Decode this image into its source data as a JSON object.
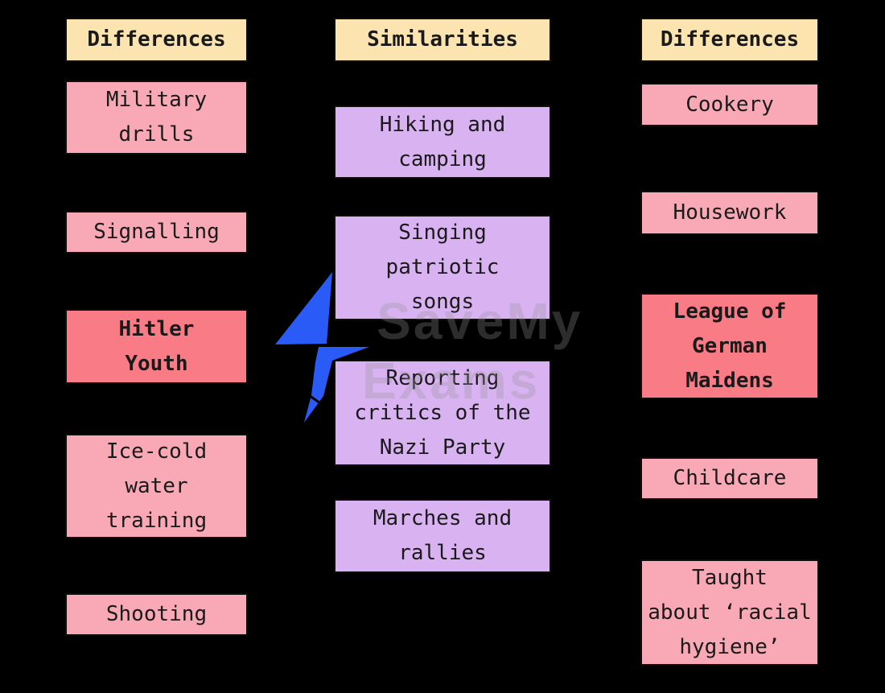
{
  "palette": {
    "background": "#000000",
    "header_fill": "#fbe4af",
    "item_fill_pink": "#f9a9b5",
    "highlight_fill_red": "#f97b85",
    "similarity_fill_purple": "#d9b2f2",
    "bolt_blue": "#2b5bf7",
    "text": "#1a1a1a"
  },
  "watermark": {
    "line1": "SaveMy",
    "line2": "Exams"
  },
  "columns": {
    "left": {
      "header": "Differences",
      "items": [
        {
          "label": "Military\ndrills",
          "highlighted": false
        },
        {
          "label": "Signalling",
          "highlighted": false
        },
        {
          "label": "Hitler\nYouth",
          "highlighted": true
        },
        {
          "label": "Ice-cold\nwater\ntraining",
          "highlighted": false
        },
        {
          "label": "Shooting",
          "highlighted": false
        }
      ]
    },
    "middle": {
      "header": "Similarities",
      "items": [
        {
          "label": "Hiking and\ncamping",
          "highlighted": false
        },
        {
          "label": "Singing\npatriotic\nsongs",
          "highlighted": false
        },
        {
          "label": "Reporting\ncritics of the\nNazi Party",
          "highlighted": false
        },
        {
          "label": "Marches and\nrallies",
          "highlighted": false
        }
      ]
    },
    "right": {
      "header": "Differences",
      "items": [
        {
          "label": "Cookery",
          "highlighted": false
        },
        {
          "label": "Housework",
          "highlighted": false
        },
        {
          "label": "League of\nGerman\nMaidens",
          "highlighted": true
        },
        {
          "label": "Childcare",
          "highlighted": false
        },
        {
          "label": "Taught\nabout ‘racial\nhygiene’",
          "highlighted": false
        }
      ]
    }
  }
}
